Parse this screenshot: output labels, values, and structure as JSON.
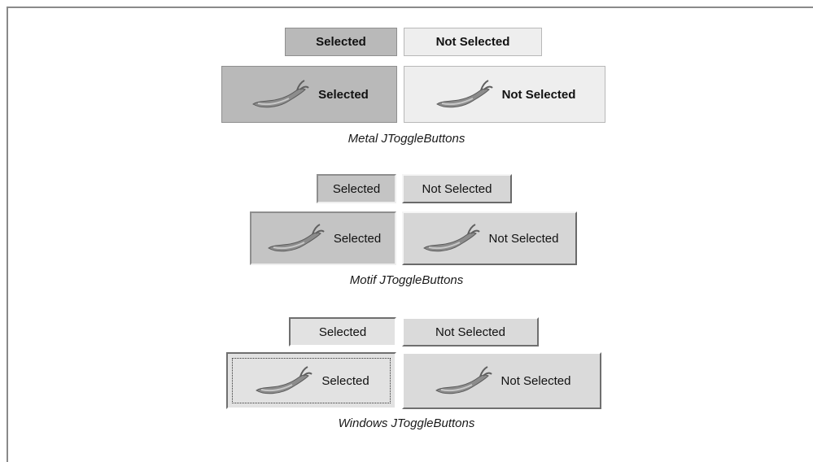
{
  "metal": {
    "small_selected": "Selected",
    "small_not_selected": "Not Selected",
    "icon_selected": "Selected",
    "icon_not_selected": "Not Selected",
    "caption": "Metal JToggleButtons"
  },
  "motif": {
    "small_selected": "Selected",
    "small_not_selected": "Not Selected",
    "icon_selected": "Selected",
    "icon_not_selected": "Not Selected",
    "caption": "Motif JToggleButtons"
  },
  "windows": {
    "small_selected": "Selected",
    "small_not_selected": "Not Selected",
    "icon_selected": "Selected",
    "icon_not_selected": "Not Selected",
    "caption": "Windows JToggleButtons"
  },
  "icons": {
    "button_icon": "pepper-icon"
  },
  "colors": {
    "pepper": "#8c8c8c",
    "stem": "#5f5f5f"
  }
}
